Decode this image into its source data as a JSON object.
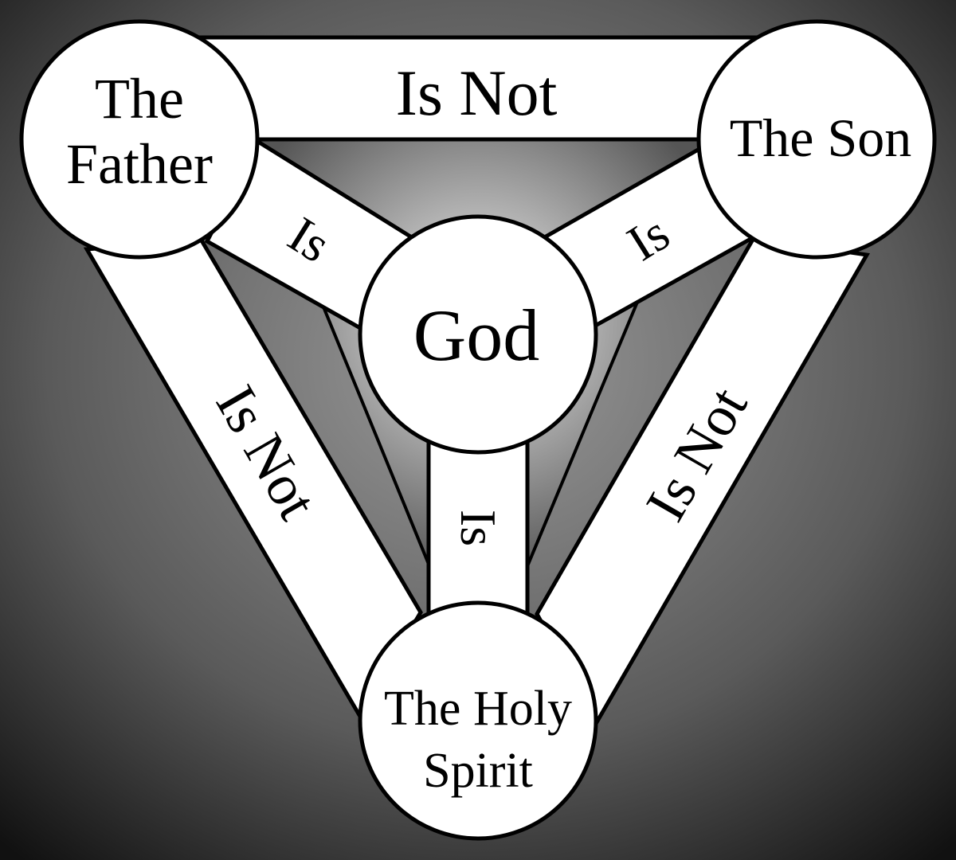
{
  "nodes": {
    "father": [
      "The",
      "Father"
    ],
    "son": [
      "The Son"
    ],
    "spirit": [
      "The Holy",
      "Spirit"
    ],
    "god": [
      "God"
    ]
  },
  "relations": {
    "father_son": "Is Not",
    "father_spirit": "Is Not",
    "son_spirit": "Is Not",
    "father_god": "Is",
    "son_god": "Is",
    "spirit_god": "Is"
  },
  "colors": {
    "band_fill": "#ffffff",
    "outline": "#000000",
    "inner_highlight": "#f2f2f2",
    "inner_shadow": "#555555",
    "background_light": "#9a9a9a",
    "background_dark": "#111111"
  }
}
